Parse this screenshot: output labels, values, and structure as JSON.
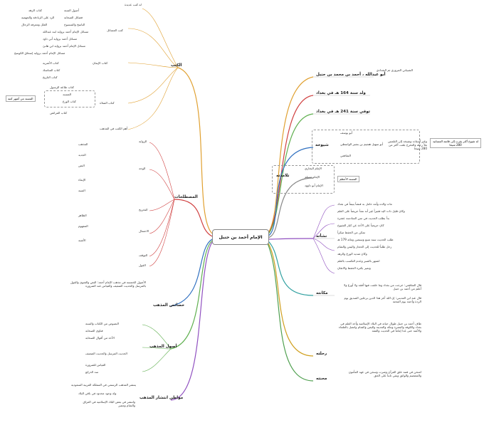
{
  "center": "الإمام أحمد بن حنبل",
  "right": {
    "name_node": {
      "label": "أبو عبدالله ، أحمد بن محمد بن حنبل",
      "detail": "الشيباني المروزي ثم البغدادي"
    },
    "born": "ولد سنة 164 هـ في بغداد",
    "died": "توفي سنة 241 هـ في بغداد",
    "teachers": {
      "label": "شيوخه",
      "items": [
        "أبو يوسف",
        "أبو سهيل هشيم بن بشير الواسطي",
        "الشافعي"
      ],
      "note": "وغير أستاذه وشيخه إلى التلمس ملأ رحلة والتخرج بلغت أكثر من 280 شيخا",
      "count": "له شيوخ أكثر يقرب إلى قائمة المسانيد 280 شيخا"
    },
    "students": {
      "label": "تلامذته",
      "items": [
        "الإمام البخاري",
        "الإمام مسلم",
        "الإمام أبو داوود"
      ],
      "extra": "المسند الأعظم"
    },
    "ordeal": {
      "label": "نشأته",
      "items": [
        "مات والده وأمه حامل به فنشأ يتيماً في بغداد",
        "وكان قليل ذات اليد فقيراً غير أنه نشأ حريصاً على العلم",
        "بدأ بطلب الحديث في سن السادسة عشرة",
        "كان حريصاً على الأخذ عن كبار الشيوخ",
        "تمكن من الحفظ مبكراً",
        "طلب الحديث سنة تسع وسبعين ومائة 179 هـ",
        "رحل طلباً للحديث إلى الحجاز واليمن والشام",
        "وكان شديد الورع والزهد",
        "اشتهر بالصبر وعدم التكسب بالعلم",
        "وتميز بكثرة الحفظ والاتقان"
      ]
    },
    "status": {
      "label": "مكانته",
      "items": [
        "قال الشافعي: خرجت من بغداد وما خلفت فيها أفقه ولا أورع ولا أعلم من أحمد بن حنبل",
        "قال عنه ابن المديني: إن الله أعز هذا الدين برجلين الصديق يوم الردة وأحمد يوم المحنة"
      ]
    },
    "journey": {
      "label": "رحلته",
      "text": "طاف أحمد بن حنبل طوال حياته في البلاد الإسلامية وأخذ العلم في بغداد والكوفة والبصرة ومكة والمدينة واليمن والشام واتصل بالعلماء والأئمة حتى غدا إماماً في الحديث والفقه"
    },
    "trial": {
      "label": "محنته",
      "text": "امتحن في فتنة خلق القرآن وضرب وسجن في عهد المأمون والمعتصم والواثق وبقي ثابتاً على الحق"
    }
  },
  "left": {
    "books": {
      "label": "الكتب",
      "items": [
        "له كتب عديدة",
        "أصول السنة",
        "كتاب الزهد",
        "فضائل الصحابة",
        "الرد على الزنادقة والجهمية",
        "الناسخ والمنسوخ",
        "العلل ومعرفة الرجال",
        "كتب المسائل",
        "مسائل الإمام أحمد برواية ابنه عبدالله",
        "مسائل أحمد برواية أبي داود",
        "مسائل الإمام أحمد برواية ابن هانئ",
        "مسائل الإمام أحمد برواية إسحاق الكوسج",
        "كتاب الإيمان",
        "كتاب الأشربة",
        "كتاب المناسك",
        "كتاب التاريخ",
        "كتاب الصلاة",
        "كتاب طاعة الرسول",
        "المسند",
        "كتاب الورع",
        "كتاب الفرائض"
      ],
      "side": "المسند من أشهر كتبه",
      "note": "أهم الكتب في المذهب"
    },
    "terms": {
      "label": "المصطلحات",
      "items": [
        "الرواية",
        "الوجه",
        "التخريج",
        "الاحتمال",
        "التوقف",
        "القول",
        "المذهب",
        "الجديد",
        "النص",
        "الإيماء",
        "التنبيه",
        "الظاهر",
        "المفهوم",
        "الأشبه"
      ]
    },
    "features": {
      "label": "خصائص المذهب",
      "text": "الأصول الخمسة في مذهب الإمام أحمد: النص والفتوى والقول بالمرسل والحديث الضعيف والقياس عند الضرورة"
    },
    "principles": {
      "label": "أصول المذهب",
      "items": [
        "النصوص من الكتاب والسنة",
        "فتاوى الصحابة",
        "الأخذ من أقوال الصحابة",
        "الحديث المرسل والحديث الضعيف",
        "القياس للضرورة",
        "سد الذرائع"
      ]
    },
    "spread": {
      "label": "مواطن انتشار المذهب",
      "items": [
        "ينتشر المذهب الرسمي في المملكة العربية السعودية",
        "وله وجود محدود في باقي البلاد",
        "وانتشر في بعض البلاد الإسلامية في العراق والشام ومصر"
      ]
    }
  }
}
